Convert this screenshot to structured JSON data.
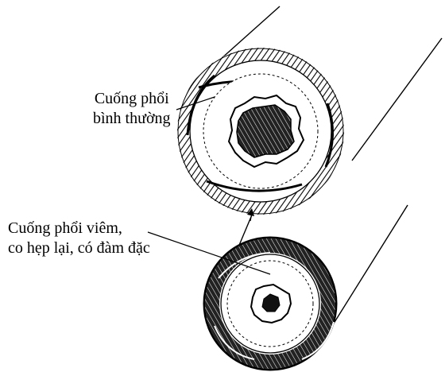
{
  "labels": {
    "normal": {
      "line1": "Cuống phổi",
      "line2": "bình thường"
    },
    "inflamed": {
      "line1": "Cuống phổi viêm,",
      "line2": "co hẹp lại, có đàm đặc"
    }
  },
  "colors": {
    "ink": "#000000",
    "paper": "#ffffff"
  }
}
